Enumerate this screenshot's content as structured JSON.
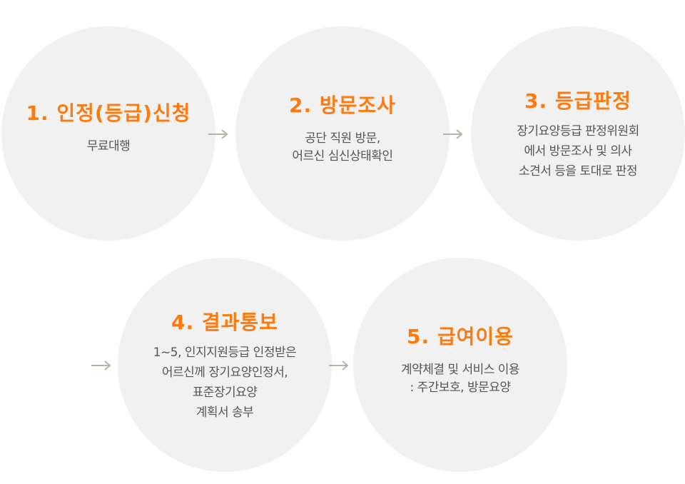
{
  "steps": [
    {
      "title": "1. 인정(등급)신청",
      "lines": [
        "무료대행"
      ]
    },
    {
      "title": "2. 방문조사",
      "lines": [
        "공단 직원 방문,",
        "어르신 심신상태확인"
      ]
    },
    {
      "title": "3. 등급판정",
      "lines": [
        "장기요양등급 판정위원회",
        "에서 방문조사 및 의사",
        "소견서 등을 토대로 판정"
      ]
    },
    {
      "title": "4. 결과통보",
      "lines": [
        "1~5, 인지지원등급 인정받은",
        "어르신께 장기요양인정서,",
        "표준장기요양",
        "계획서 송부"
      ]
    },
    {
      "title": "5. 급여이용",
      "lines": [
        "계약체결 및 서비스 이용",
        ": 주간보호, 방문요양"
      ]
    }
  ],
  "colors": {
    "accent": "#ff7a0e",
    "circle": "#f1f1f1",
    "arrow": "#b8b2a8"
  }
}
